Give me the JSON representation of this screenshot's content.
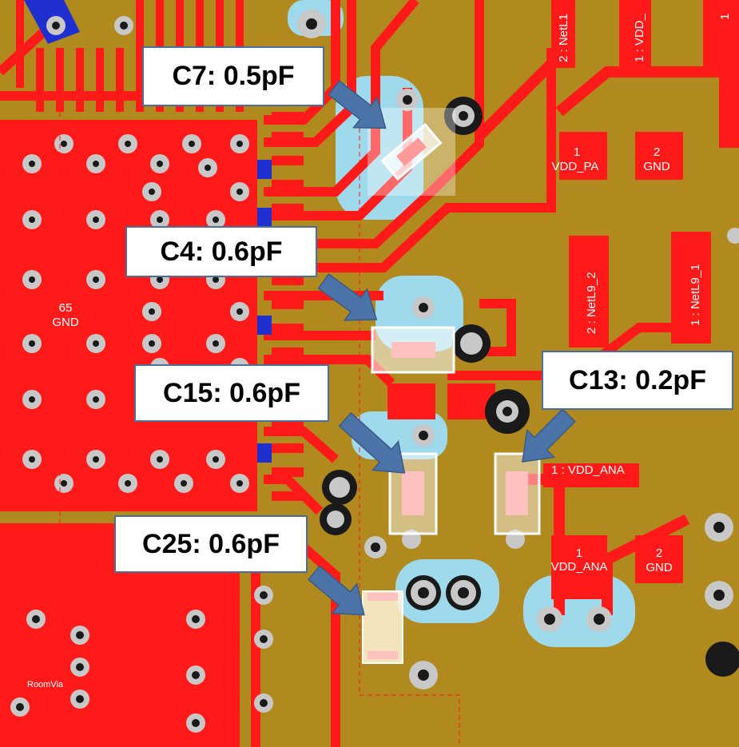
{
  "colors": {
    "board": "#b08a1e",
    "copper_top": "#ff1a1a",
    "keepout": "#9fd9ec",
    "via_ring": "#c8c8c8",
    "via_hole": "#1a1a1a",
    "callout_border": "#4a6f9c",
    "arrow": "#4b73a8"
  },
  "callouts": {
    "c7": "C7: 0.5pF",
    "c4": "C4: 0.6pF",
    "c15": "C15: 0.6pF",
    "c13": "C13: 0.2pF",
    "c25": "C25: 0.6pF"
  },
  "silkscreen": {
    "pad_number": "65",
    "pad_net": "GND",
    "netl1": "2 : NetL1",
    "vdd_top": "1 : VDD_",
    "edge_one": "1",
    "vdd_pa_pin": "1",
    "vdd_pa": "VDD_PA",
    "gnd_pin_top": "2",
    "gnd_top": "GND",
    "netl9_2": "2 : NetL9_2",
    "netl9_1": "1 : NetL9_1",
    "vdd_ana_label": "1 : VDD_ANA",
    "vdd_ana_pin": "1",
    "vdd_ana": "VDD_ANA",
    "gnd_pin_bottom": "2",
    "gnd_bottom": "GND",
    "room_via": "RoomVia"
  },
  "icons": {
    "arrow": "arrow-icon",
    "via": "via-icon",
    "capacitor": "capacitor-icon"
  }
}
